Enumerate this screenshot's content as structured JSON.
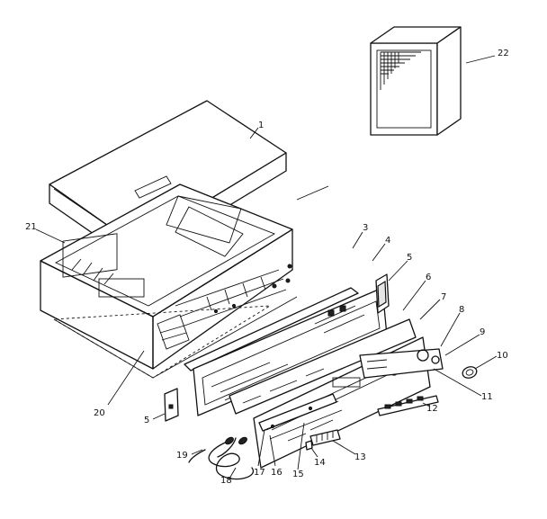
{
  "callouts": {
    "c1": "1",
    "c3": "3",
    "c4": "4",
    "c5a": "5",
    "c5b": "5",
    "c6": "6",
    "c7": "7",
    "c8": "8",
    "c9": "9",
    "c10": "10",
    "c11": "11",
    "c12": "12",
    "c13": "13",
    "c14": "14",
    "c15": "15",
    "c16": "16",
    "c17": "17",
    "c18": "18",
    "c19": "19",
    "c20": "20",
    "c21": "21",
    "c22": "22"
  }
}
